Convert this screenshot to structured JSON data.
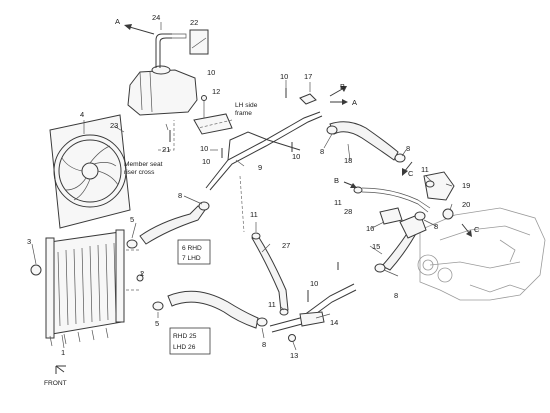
{
  "callouts": [
    {
      "id": "c1",
      "text": "1"
    },
    {
      "id": "c2",
      "text": "2"
    },
    {
      "id": "c3",
      "text": "3"
    },
    {
      "id": "c4",
      "text": "4"
    },
    {
      "id": "c5a",
      "text": "5"
    },
    {
      "id": "c5b",
      "text": "5"
    },
    {
      "id": "c8a",
      "text": "8"
    },
    {
      "id": "c8b",
      "text": "8"
    },
    {
      "id": "c8c",
      "text": "8"
    },
    {
      "id": "c8d",
      "text": "8"
    },
    {
      "id": "c8e",
      "text": "8"
    },
    {
      "id": "c8f",
      "text": "8"
    },
    {
      "id": "c9",
      "text": "9"
    },
    {
      "id": "c10a",
      "text": "10"
    },
    {
      "id": "c10b",
      "text": "10"
    },
    {
      "id": "c10c",
      "text": "10"
    },
    {
      "id": "c10d",
      "text": "10"
    },
    {
      "id": "c10e",
      "text": "10"
    },
    {
      "id": "c10f",
      "text": "10"
    },
    {
      "id": "c11a",
      "text": "11"
    },
    {
      "id": "c11b",
      "text": "11"
    },
    {
      "id": "c11c",
      "text": "11"
    },
    {
      "id": "c11d",
      "text": "11"
    },
    {
      "id": "c12",
      "text": "12"
    },
    {
      "id": "c13",
      "text": "13"
    },
    {
      "id": "c14",
      "text": "14"
    },
    {
      "id": "c15",
      "text": "15"
    },
    {
      "id": "c16",
      "text": "16"
    },
    {
      "id": "c17",
      "text": "17"
    },
    {
      "id": "c18",
      "text": "18"
    },
    {
      "id": "c19",
      "text": "19"
    },
    {
      "id": "c20",
      "text": "20"
    },
    {
      "id": "c21",
      "text": "21"
    },
    {
      "id": "c22",
      "text": "22"
    },
    {
      "id": "c23",
      "text": "23"
    },
    {
      "id": "c24",
      "text": "24"
    },
    {
      "id": "c27",
      "text": "27"
    },
    {
      "id": "c28",
      "text": "28"
    }
  ],
  "arrows": [
    {
      "id": "aA1",
      "text": "A"
    },
    {
      "id": "aA2",
      "text": "A"
    },
    {
      "id": "aB1",
      "text": "B"
    },
    {
      "id": "aB2",
      "text": "B"
    },
    {
      "id": "aC1",
      "text": "C"
    },
    {
      "id": "aC2",
      "text": "C"
    }
  ],
  "notes": {
    "lh_line1": "LH side",
    "lh_line2": "frame",
    "member_line1": "Member seat",
    "member_line2": "riser cross",
    "front": "FRONT"
  },
  "variant_boxes": {
    "hose_upper": {
      "line1": "6 RHD",
      "line2": "7 LHD"
    },
    "hose_lower": {
      "line1": "RHD 25",
      "line2": "LHD 26"
    }
  }
}
